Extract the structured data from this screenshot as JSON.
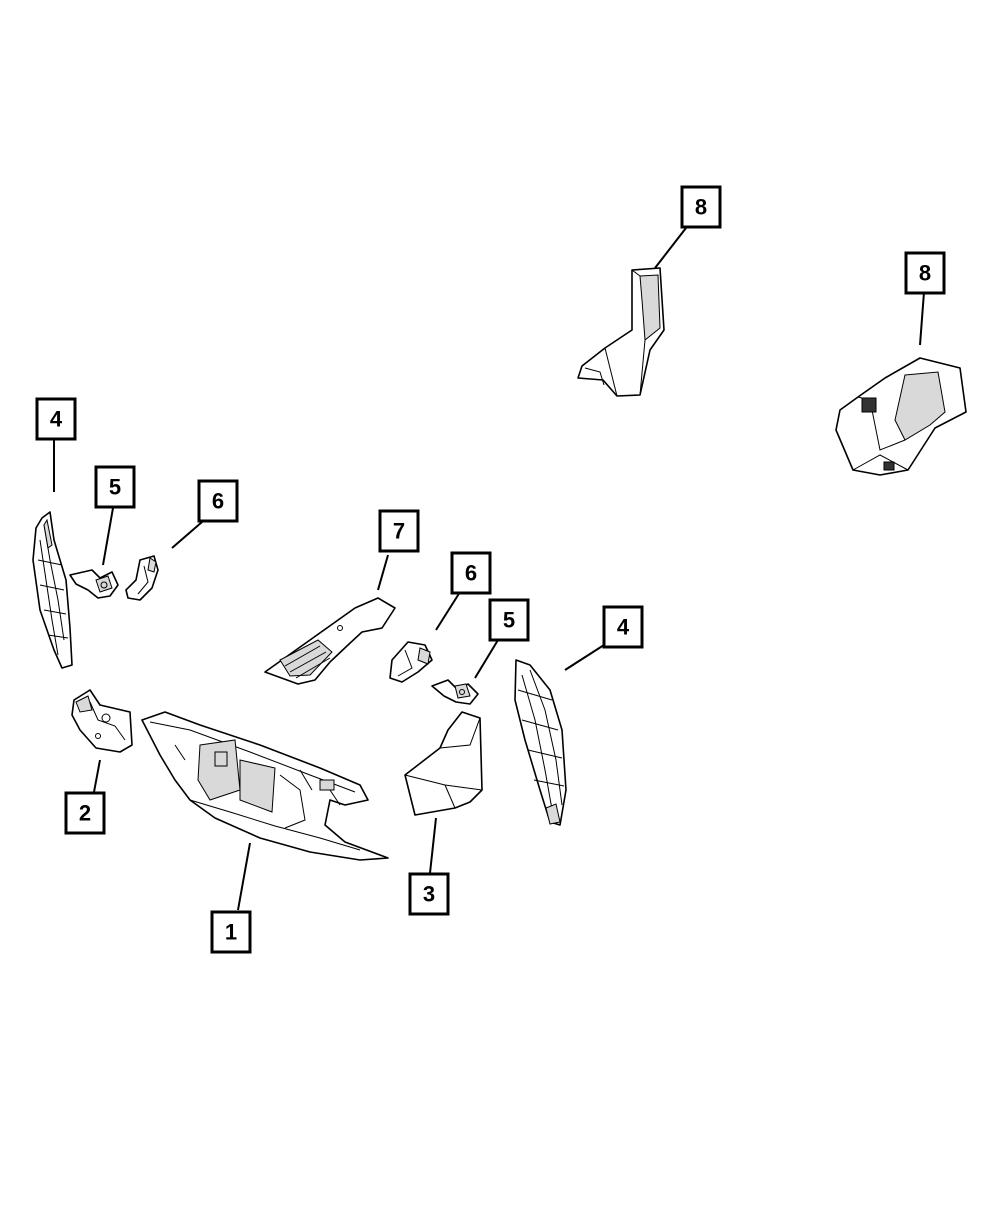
{
  "diagram": {
    "callouts": [
      {
        "id": "c1",
        "label": "1"
      },
      {
        "id": "c2",
        "label": "2"
      },
      {
        "id": "c3",
        "label": "3"
      },
      {
        "id": "c4a",
        "label": "4"
      },
      {
        "id": "c4b",
        "label": "4"
      },
      {
        "id": "c5a",
        "label": "5"
      },
      {
        "id": "c5b",
        "label": "5"
      },
      {
        "id": "c6a",
        "label": "6"
      },
      {
        "id": "c6b",
        "label": "6"
      },
      {
        "id": "c7",
        "label": "7"
      },
      {
        "id": "c8a",
        "label": "8"
      },
      {
        "id": "c8b",
        "label": "8"
      }
    ]
  }
}
